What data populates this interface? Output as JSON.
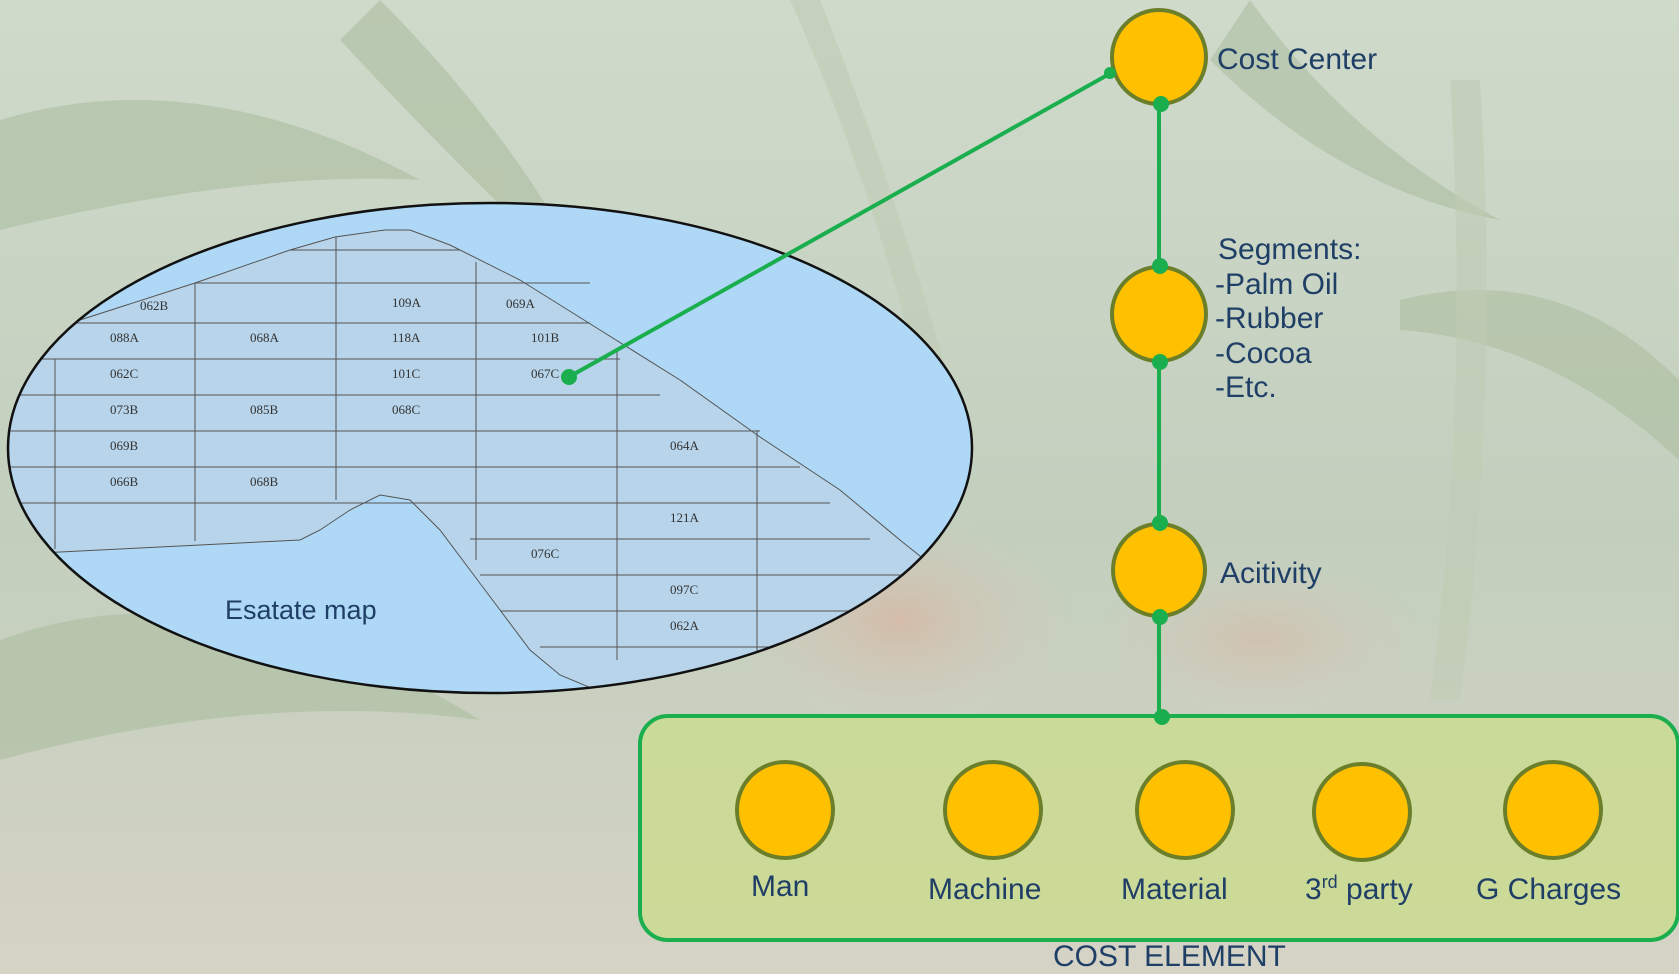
{
  "hierarchy": {
    "cost_center": "Cost Center",
    "segments_title": "Segments:",
    "segments": [
      "-Palm Oil",
      "-Rubber",
      "-Cocoa",
      "-Etc."
    ],
    "activity": "Acitivity"
  },
  "cost_element": {
    "title": "COST ELEMENT",
    "items": [
      {
        "label": "Man"
      },
      {
        "label": "Machine"
      },
      {
        "label": "Material"
      },
      {
        "label_main": "3",
        "label_sup": "rd",
        "label_rest": " party"
      },
      {
        "label": "G Charges"
      }
    ]
  },
  "estate_map": {
    "label": "Esatate map",
    "blocks": [
      "062B",
      "109A",
      "069A",
      "088A",
      "068A",
      "118A",
      "101B",
      "062C",
      "101C",
      "067C",
      "073B",
      "085B",
      "068C",
      "069B",
      "064A",
      "066B",
      "068B",
      "121A",
      "076C",
      "097C",
      "062A"
    ]
  },
  "colors": {
    "node_fill": "#FFC000",
    "node_stroke": "#6B7F2A",
    "connector": "#1AAE4E",
    "text": "#1F3F66",
    "map_water": "#AED8F5",
    "map_land": "#B7D4EA",
    "cost_element_box": "#C9DC8A"
  },
  "icons": {
    "background": "palm-plantation-photo"
  }
}
